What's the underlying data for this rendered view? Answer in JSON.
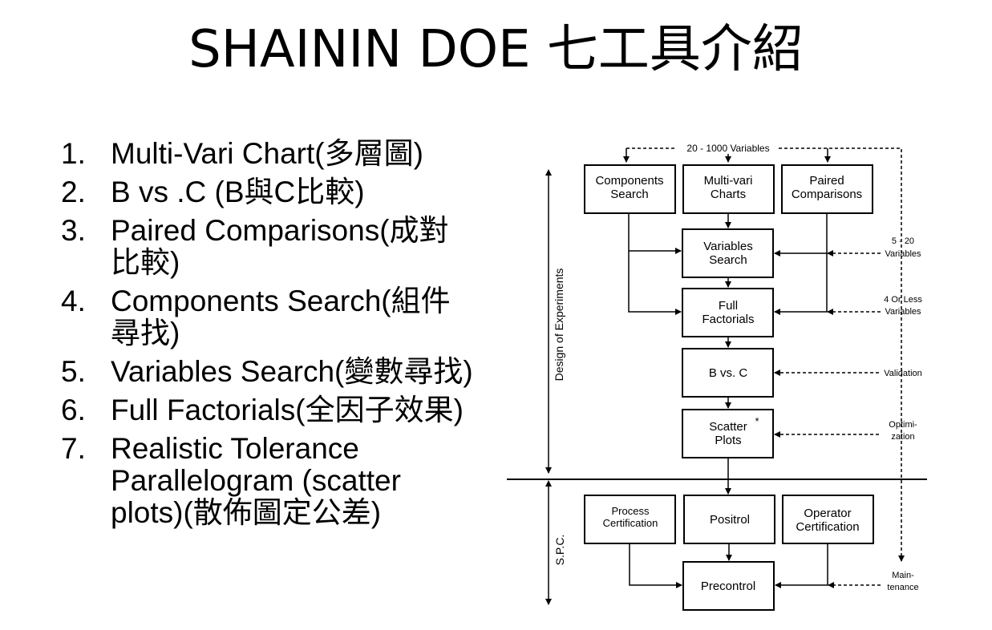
{
  "title": "SHAININ DOE 七工具介紹",
  "tools": [
    {
      "num": "1.",
      "text": "Multi-Vari Chart(多層圖)"
    },
    {
      "num": "2.",
      "text": "B vs .C (B與C比較)"
    },
    {
      "num": "3.",
      "text": "Paired Comparisons(成對比較)"
    },
    {
      "num": "4.",
      "text": "Components Search(組件尋找)"
    },
    {
      "num": "5.",
      "text": "Variables Search(變數尋找)"
    },
    {
      "num": "6.",
      "text": "Full Factorials(全因子效果)"
    },
    {
      "num": "7.",
      "text": "Realistic Tolerance Parallelogram (scatter plots)(散佈圖定公差)"
    }
  ],
  "diagram": {
    "top_label": "20 - 1000 Variables",
    "boxes": {
      "components_search": [
        "Components",
        "Search"
      ],
      "multi_vari": [
        "Multi-vari",
        "Charts"
      ],
      "paired": [
        "Paired",
        "Comparisons"
      ],
      "variables_search": [
        "Variables",
        "Search"
      ],
      "full_factorials": [
        "Full",
        "Factorials"
      ],
      "b_vs_c": [
        "B vs. C"
      ],
      "scatter": [
        "Scatter",
        "Plots"
      ],
      "scatter_mark": "*",
      "process_cert": [
        "Process",
        "Certification"
      ],
      "positrol": [
        "Positrol"
      ],
      "operator_cert": [
        "Operator",
        "Certification"
      ],
      "precontrol": [
        "Precontrol"
      ]
    },
    "side_labels": {
      "five_twenty": [
        "5 - 20",
        "Variables"
      ],
      "four_less": [
        "4 Or Less",
        "Variables"
      ],
      "validation": [
        "Validation"
      ],
      "optimization": [
        "Optimi-",
        "zation"
      ],
      "maintenance": [
        "Main-",
        "tenance"
      ]
    },
    "axis_doe": "Design of Experiments",
    "axis_spc": "S.P.C."
  }
}
